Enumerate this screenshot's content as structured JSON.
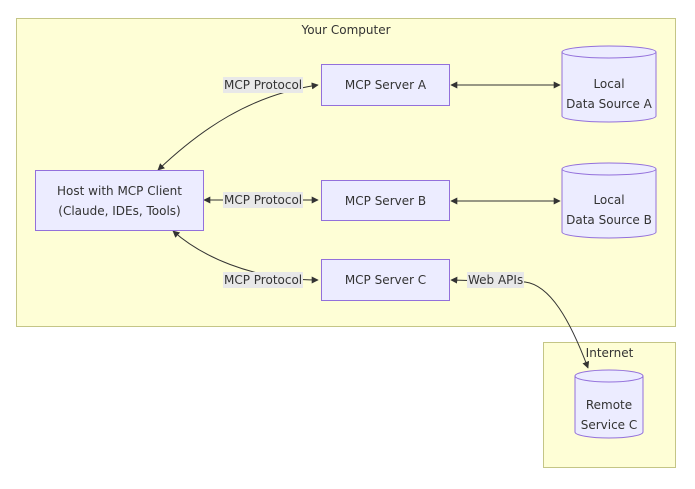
{
  "clusters": {
    "computer": {
      "title": "Your Computer"
    },
    "internet": {
      "title": "Internet"
    }
  },
  "nodes": {
    "host": {
      "line1": "Host with MCP Client",
      "line2": "(Claude, IDEs, Tools)"
    },
    "server_a": {
      "label": "MCP Server A"
    },
    "server_b": {
      "label": "MCP Server B"
    },
    "server_c": {
      "label": "MCP Server C"
    },
    "source_a": {
      "line1": "Local",
      "line2": "Data Source A"
    },
    "source_b": {
      "line1": "Local",
      "line2": "Data Source B"
    },
    "remote_c": {
      "line1": "Remote",
      "line2": "Service C"
    }
  },
  "edges": {
    "host_a": {
      "label": "MCP Protocol"
    },
    "host_b": {
      "label": "MCP Protocol"
    },
    "host_c": {
      "label": "MCP Protocol"
    },
    "c_remote": {
      "label": "Web APIs"
    }
  },
  "colors": {
    "cluster_fill": "#fefed6",
    "cluster_border": "#c4c586",
    "node_fill": "#ececff",
    "node_border": "#9370db",
    "edge": "#333333",
    "label_bg": "#e8e8e8"
  }
}
